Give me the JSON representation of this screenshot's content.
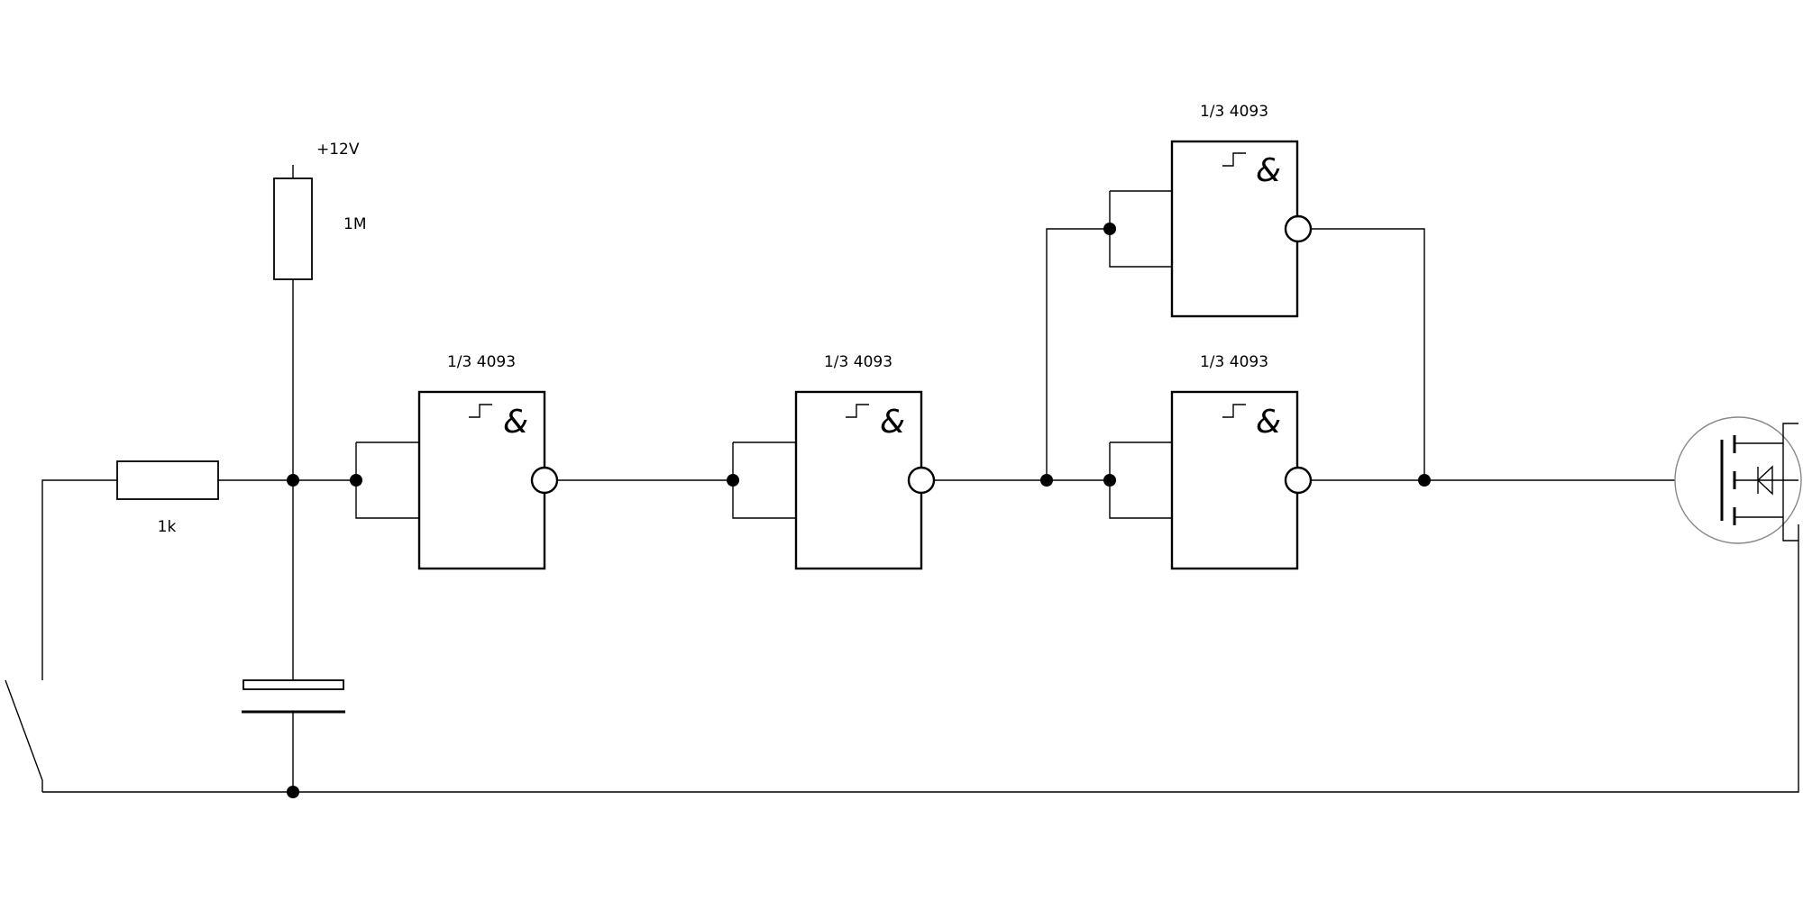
{
  "components": {
    "supply_label": "+12V",
    "pullup_resistor_value": "1M",
    "series_resistor_value": "1k",
    "gates": [
      {
        "label": "1/3 4093",
        "symbol": "&"
      },
      {
        "label": "1/3 4093",
        "symbol": "&"
      },
      {
        "label": "1/3 4093",
        "symbol": "&"
      },
      {
        "label": "1/3 4093",
        "symbol": "&"
      }
    ]
  },
  "colors": {
    "line": "#000000",
    "background": "#ffffff"
  },
  "icons": {
    "schmitt_trigger": "hysteresis-icon",
    "switch": "switch-icon",
    "capacitor": "capacitor-icon",
    "mosfet": "mosfet-icon",
    "junction": "junction-dot-icon"
  }
}
